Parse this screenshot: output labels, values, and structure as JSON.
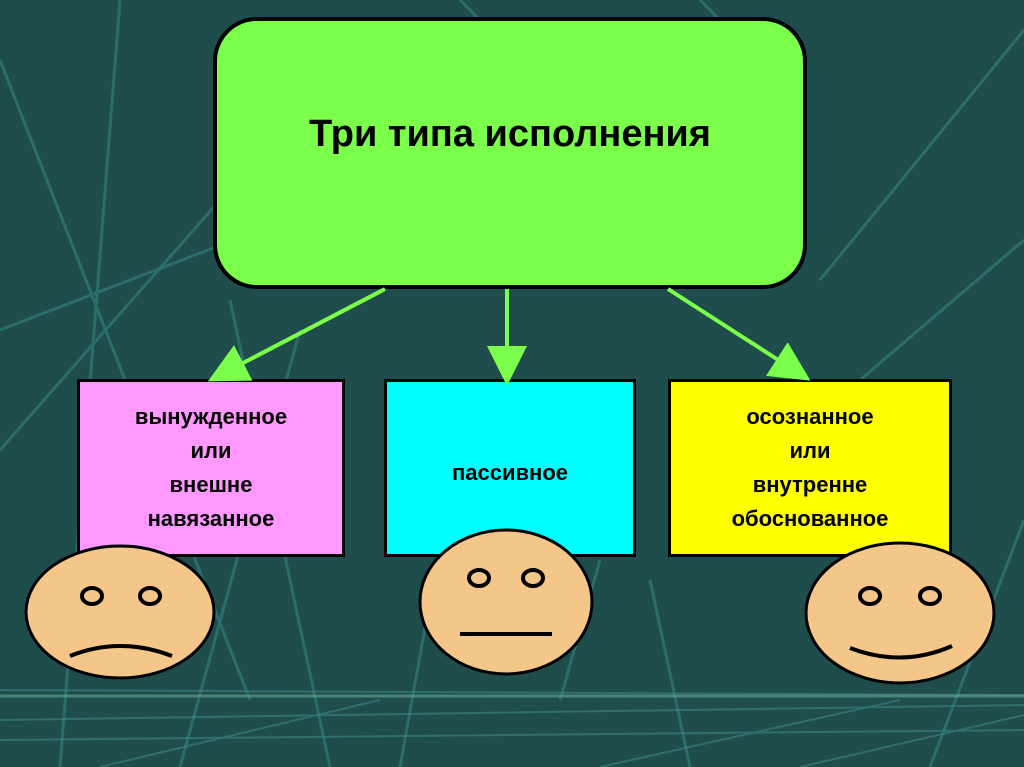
{
  "title": "Три типа исполнения",
  "types": [
    {
      "label": "вынужденное\nили\nвнешне\nнавязанное",
      "color": "#ff99ff",
      "face": "sad"
    },
    {
      "label": "пассивное",
      "color": "#00ffff",
      "face": "neutral"
    },
    {
      "label": "осознанное\nили\nвнутренне\nобоснованное",
      "color": "#ffff00",
      "face": "happy"
    }
  ],
  "colors": {
    "background": "#1f4d4c",
    "title_box": "#7cff4a",
    "arrow": "#7cff4a",
    "face": "#f5c68a"
  }
}
